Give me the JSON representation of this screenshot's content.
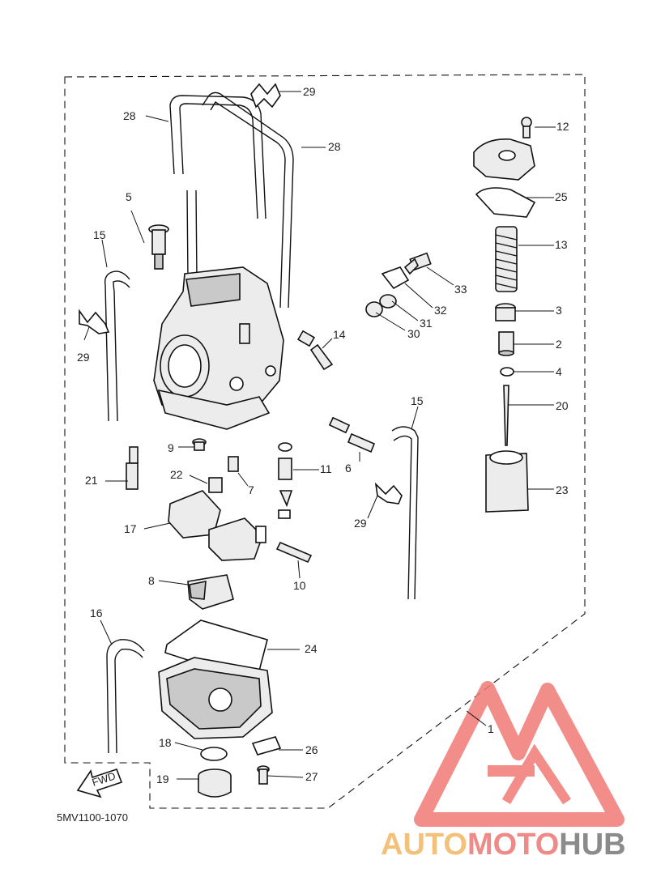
{
  "diagram": {
    "part_code": "5MV1100-1070",
    "fwd_label": "FWD",
    "watermark": {
      "part1": "AUTO",
      "part2": "MOTO",
      "part3": "HUB"
    },
    "callouts": {
      "c1": "1",
      "c2": "2",
      "c3": "3",
      "c4": "4",
      "c5": "5",
      "c6": "6",
      "c7": "7",
      "c8": "8",
      "c9": "9",
      "c10": "10",
      "c11": "11",
      "c12": "12",
      "c13": "13",
      "c14": "14",
      "c15a": "15",
      "c15b": "15",
      "c16": "16",
      "c17": "17",
      "c18": "18",
      "c19": "19",
      "c20": "20",
      "c21": "21",
      "c22": "22",
      "c23": "23",
      "c24": "24",
      "c25": "25",
      "c26": "26",
      "c27": "27",
      "c28a": "28",
      "c28b": "28",
      "c29a": "29",
      "c29b": "29",
      "c29c": "29",
      "c30": "30",
      "c31": "31",
      "c32": "32",
      "c33": "33"
    }
  }
}
